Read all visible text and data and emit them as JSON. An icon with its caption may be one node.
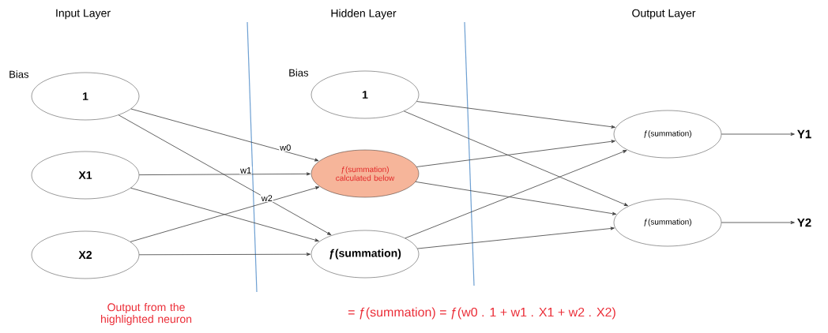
{
  "diagram": {
    "nodes": [
      {
        "text": [
          "1"
        ],
        "beside": [
          "Bias"
        ]
      },
      {
        "text": [
          "X1"
        ]
      },
      {
        "text": [
          "X2"
        ]
      },
      {
        "text": [
          "1"
        ],
        "beside": [
          "Bias"
        ]
      },
      {
        "text": [
          "ƒ(summation) calculated below"
        ]
      },
      {
        "text": [
          "ƒ(summation)"
        ]
      },
      {
        "text": [
          "ƒ(summation)"
        ]
      },
      {
        "text": [
          "ƒ(summation)"
        ]
      },
      {
        "text": [
          "Y1"
        ]
      },
      {
        "text": [
          "Y2"
        ]
      }
    ],
    "edges": [
      {
        "from": 0,
        "to": 4,
        "arrow": "to",
        "label": "w0"
      },
      {
        "from": 0,
        "to": 5,
        "arrow": "to"
      },
      {
        "from": 1,
        "to": 4,
        "arrow": "to",
        "label": "w1"
      },
      {
        "from": 1,
        "to": 5,
        "arrow": "to"
      },
      {
        "from": 2,
        "to": 4,
        "arrow": "to",
        "label": "w2"
      },
      {
        "from": 2,
        "to": 5,
        "arrow": "to"
      },
      {
        "from": 3,
        "to": 6,
        "arrow": "to"
      },
      {
        "from": 3,
        "to": 7,
        "arrow": "to"
      },
      {
        "from": 4,
        "to": 6,
        "arrow": "to"
      },
      {
        "from": 4,
        "to": 7,
        "arrow": "to"
      },
      {
        "from": 5,
        "to": 6,
        "arrow": "to"
      },
      {
        "from": 5,
        "to": 7,
        "arrow": "to"
      },
      {
        "from": 6,
        "to": 8,
        "arrow": "to"
      },
      {
        "from": 7,
        "to": 9,
        "arrow": "to"
      }
    ],
    "labels": [
      "Input Layer",
      "Hidden Layer",
      "Output Layer",
      "Output from the highlighted neuron",
      "= ƒ(summation) = ƒ(w0 . 1 + w1 . X1 + w2 . X2)"
    ]
  }
}
